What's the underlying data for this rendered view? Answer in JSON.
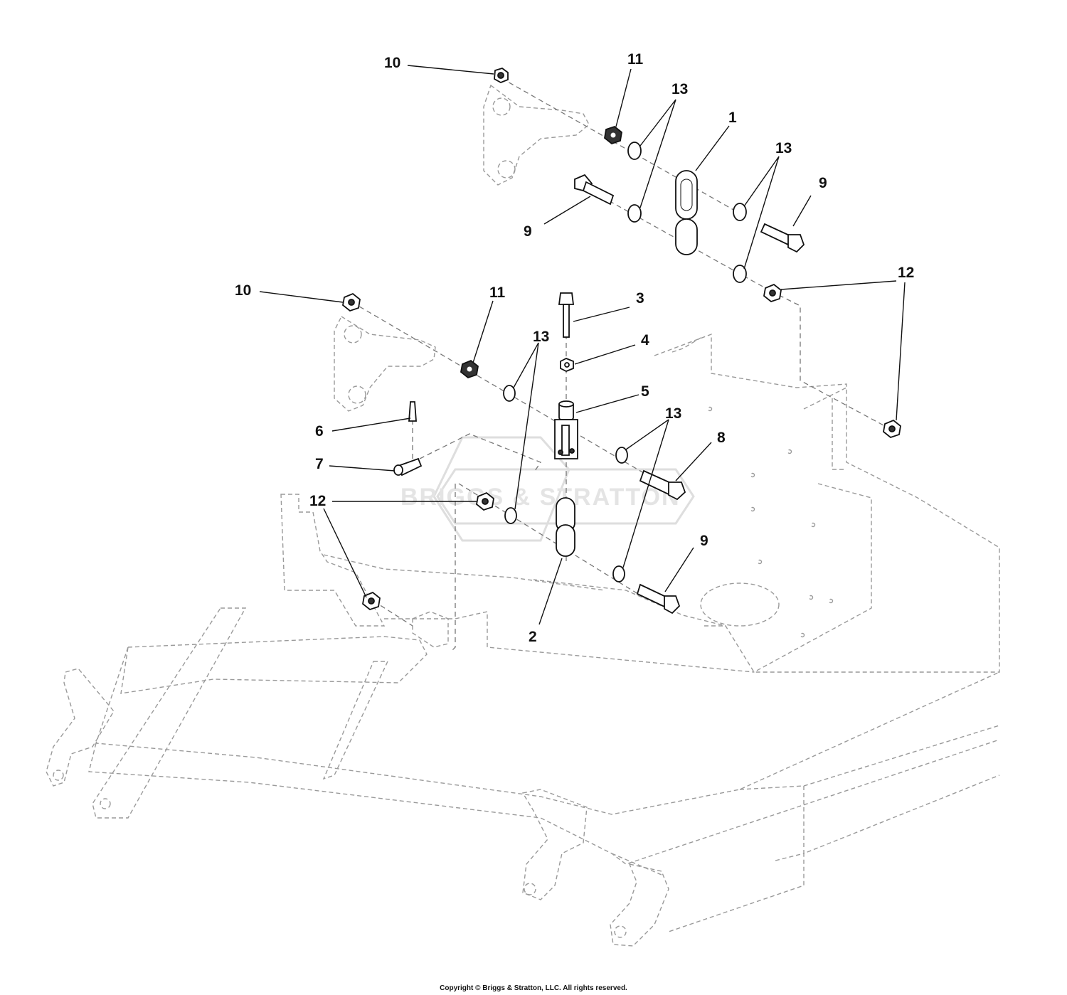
{
  "watermark": {
    "text": "BRIGGS & STRATTON"
  },
  "callouts": [
    {
      "id": "c10a",
      "label": "10"
    },
    {
      "id": "c11a",
      "label": "11"
    },
    {
      "id": "c13a",
      "label": "13"
    },
    {
      "id": "c1",
      "label": "1"
    },
    {
      "id": "c13b",
      "label": "13"
    },
    {
      "id": "c9a",
      "label": "9"
    },
    {
      "id": "c9b",
      "label": "9"
    },
    {
      "id": "c12a",
      "label": "12"
    },
    {
      "id": "c10b",
      "label": "10"
    },
    {
      "id": "c11b",
      "label": "11"
    },
    {
      "id": "c3",
      "label": "3"
    },
    {
      "id": "c13c",
      "label": "13"
    },
    {
      "id": "c4",
      "label": "4"
    },
    {
      "id": "c5",
      "label": "5"
    },
    {
      "id": "c13d",
      "label": "13"
    },
    {
      "id": "c6",
      "label": "6"
    },
    {
      "id": "c8",
      "label": "8"
    },
    {
      "id": "c7",
      "label": "7"
    },
    {
      "id": "c12b",
      "label": "12"
    },
    {
      "id": "c9c",
      "label": "9"
    },
    {
      "id": "c2",
      "label": "2"
    }
  ],
  "footer": {
    "copyright": "Copyright © Briggs & Stratton, LLC. All rights reserved."
  }
}
